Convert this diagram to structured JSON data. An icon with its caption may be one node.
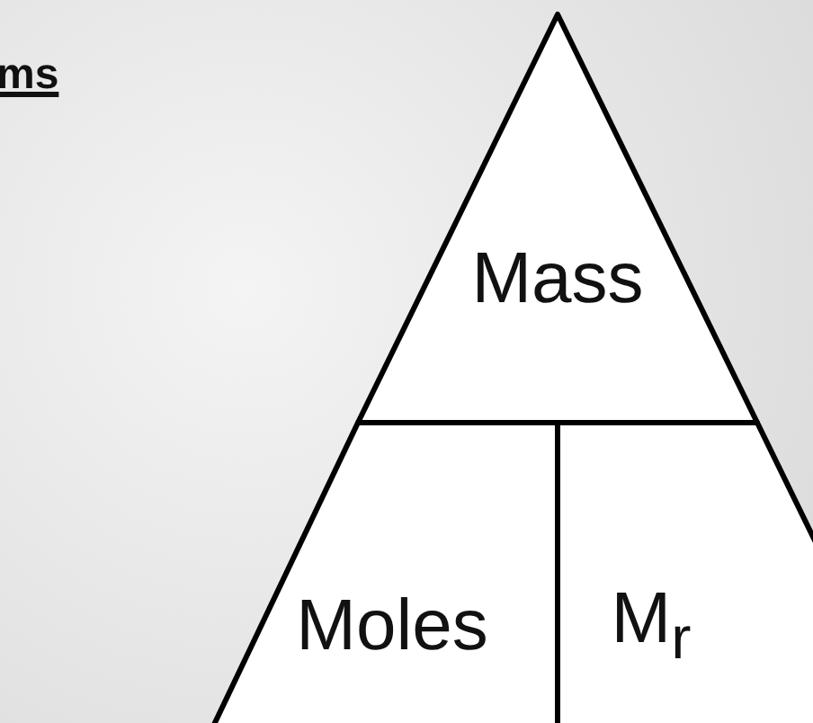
{
  "diagram": {
    "nodes": [
      {
        "text": [
          "Mass"
        ]
      },
      {
        "text": [
          "Moles"
        ]
      },
      {
        "text": [
          "M$_{r}$"
        ]
      }
    ],
    "labels": [
      "ms"
    ]
  }
}
